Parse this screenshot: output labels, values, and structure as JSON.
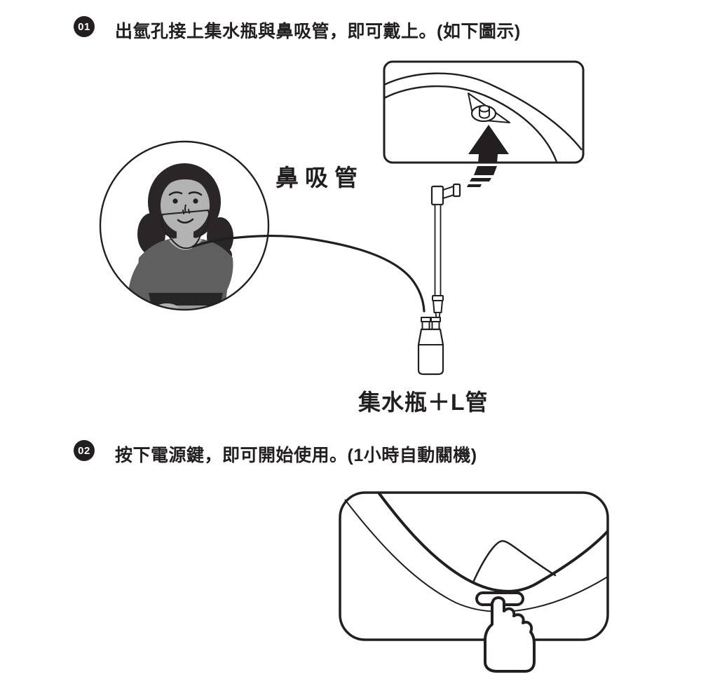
{
  "colors": {
    "ink": "#231f20",
    "hair": "#2a2627",
    "skin": "#b3b3b3",
    "shirt": "#5f5f5f",
    "waistband": "#262626",
    "skirt": "#9a9a9a"
  },
  "steps": [
    {
      "number": "01",
      "text": "出氫孔接上集水瓶與鼻吸管，即可戴上。(如下圖示)"
    },
    {
      "number": "02",
      "text": "按下電源鍵，即可開始使用。(1小時自動關機)"
    }
  ],
  "labels": {
    "nasal_tube": "鼻吸管",
    "bottle_l_tube": "集水瓶＋L管"
  }
}
